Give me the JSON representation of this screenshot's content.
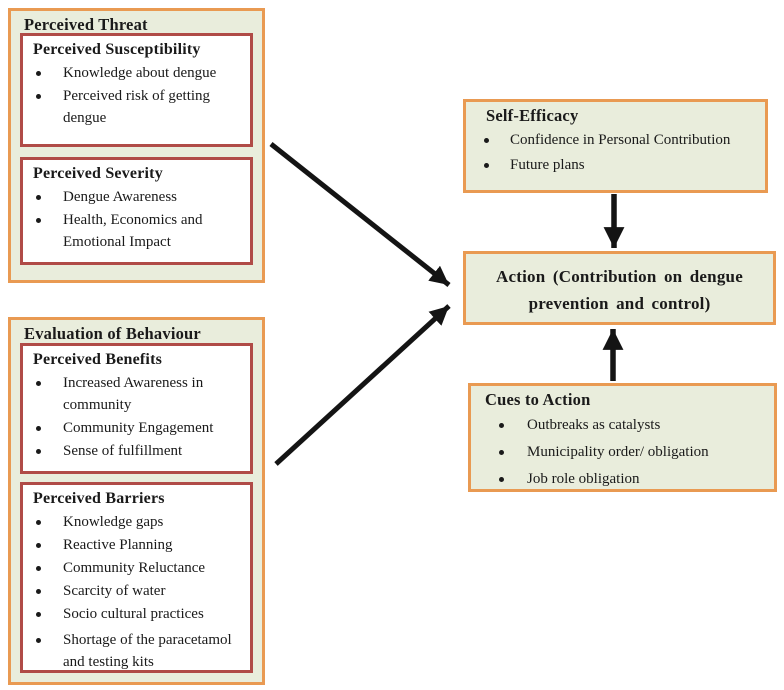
{
  "colors": {
    "outer_border": "#E99A52",
    "box_fill": "#E9EDDC",
    "inner_border": "#B04B47",
    "inner_fill": "#FFFFFF",
    "arrow": "#141414",
    "text": "#1A1A1A"
  },
  "perceived_threat": {
    "title": "Perceived Threat",
    "susceptibility": {
      "title": "Perceived Susceptibility",
      "bullets": [
        "Knowledge about dengue",
        "Perceived risk of getting dengue"
      ]
    },
    "severity": {
      "title": "Perceived Severity",
      "bullets": [
        "Dengue Awareness",
        "Health, Economics and Emotional Impact"
      ]
    }
  },
  "evaluation": {
    "title": "Evaluation of Behaviour",
    "benefits": {
      "title": "Perceived Benefits",
      "bullets": [
        "Increased Awareness in community",
        "Community Engagement",
        "Sense of fulfillment"
      ]
    },
    "barriers": {
      "title": "Perceived Barriers",
      "bullets": [
        "Knowledge gaps",
        "Reactive Planning",
        "Community Reluctance",
        "Scarcity of water",
        "Socio cultural practices",
        "Shortage of the paracetamol and testing kits"
      ]
    }
  },
  "self_efficacy": {
    "title": "Self-Efficacy",
    "bullets": [
      "Confidence in Personal Contribution",
      "Future plans"
    ]
  },
  "action": {
    "title": "Action (Contribution on dengue prevention and control)"
  },
  "cues_to_action": {
    "title": "Cues to Action",
    "bullets": [
      "Outbreaks as catalysts",
      "Municipality order/ obligation",
      "Job role obligation"
    ]
  }
}
